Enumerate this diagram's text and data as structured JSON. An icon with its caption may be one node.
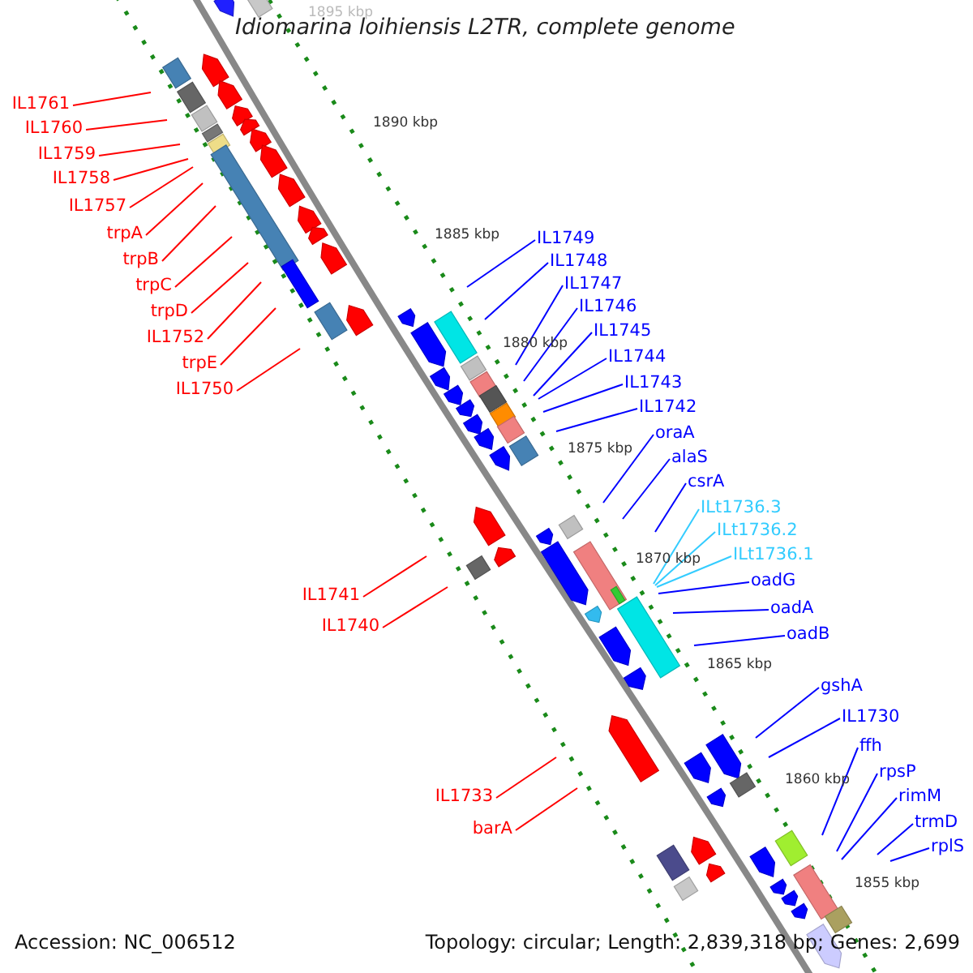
{
  "diagram": {
    "title": "Idiomarina loihiensis L2TR, complete genome",
    "nodes": [
      {
        "text": [
          "IL1761"
        ]
      },
      {
        "text": [
          "IL1760"
        ]
      },
      {
        "text": [
          "IL1759"
        ]
      },
      {
        "text": [
          "IL1758"
        ]
      },
      {
        "text": [
          "IL1757"
        ]
      },
      {
        "text": [
          "trpA"
        ]
      },
      {
        "text": [
          "trpB"
        ]
      },
      {
        "text": [
          "trpC"
        ]
      },
      {
        "text": [
          "trpD"
        ]
      },
      {
        "text": [
          "IL1752"
        ]
      },
      {
        "text": [
          "trpE"
        ]
      },
      {
        "text": [
          "IL1750"
        ]
      },
      {
        "text": [
          "IL1749"
        ]
      },
      {
        "text": [
          "IL1748"
        ]
      },
      {
        "text": [
          "IL1747"
        ]
      },
      {
        "text": [
          "IL1746"
        ]
      },
      {
        "text": [
          "IL1745"
        ]
      },
      {
        "text": [
          "IL1744"
        ]
      },
      {
        "text": [
          "IL1743"
        ]
      },
      {
        "text": [
          "IL1742"
        ]
      },
      {
        "text": [
          "oraA"
        ]
      },
      {
        "text": [
          "alaS"
        ]
      },
      {
        "text": [
          "csrA"
        ]
      },
      {
        "text": [
          "ILt1736.3"
        ]
      },
      {
        "text": [
          "ILt1736.2"
        ]
      },
      {
        "text": [
          "ILt1736.1"
        ]
      },
      {
        "text": [
          "oadG"
        ]
      },
      {
        "text": [
          "oadA"
        ]
      },
      {
        "text": [
          "oadB"
        ]
      },
      {
        "text": [
          "IL1741"
        ]
      },
      {
        "text": [
          "IL1740"
        ]
      },
      {
        "text": [
          "gshA"
        ]
      },
      {
        "text": [
          "IL1730"
        ]
      },
      {
        "text": [
          "ffh"
        ]
      },
      {
        "text": [
          "rpsP"
        ]
      },
      {
        "text": [
          "rimM"
        ]
      },
      {
        "text": [
          "trmD"
        ]
      },
      {
        "text": [
          "rplS"
        ]
      },
      {
        "text": [
          "IL1733"
        ]
      },
      {
        "text": [
          "barA"
        ]
      }
    ],
    "edges": [
      {
        "from": 0,
        "to": null,
        "arrow": "none",
        "color": "#ff0000"
      },
      {
        "from": 1,
        "to": null,
        "arrow": "none",
        "color": "#ff0000"
      },
      {
        "from": 2,
        "to": null,
        "arrow": "none",
        "color": "#ff0000"
      },
      {
        "from": 3,
        "to": null,
        "arrow": "none",
        "color": "#ff0000"
      },
      {
        "from": 4,
        "to": null,
        "arrow": "none",
        "color": "#ff0000"
      },
      {
        "from": 5,
        "to": null,
        "arrow": "none",
        "color": "#ff0000"
      },
      {
        "from": 6,
        "to": null,
        "arrow": "none",
        "color": "#ff0000"
      },
      {
        "from": 7,
        "to": null,
        "arrow": "none",
        "color": "#ff0000"
      },
      {
        "from": 8,
        "to": null,
        "arrow": "none",
        "color": "#ff0000"
      },
      {
        "from": 9,
        "to": null,
        "arrow": "none",
        "color": "#ff0000"
      },
      {
        "from": 10,
        "to": null,
        "arrow": "none",
        "color": "#ff0000"
      },
      {
        "from": 11,
        "to": null,
        "arrow": "none",
        "color": "#ff0000"
      },
      {
        "from": 12,
        "to": null,
        "arrow": "none"
      },
      {
        "from": 13,
        "to": null,
        "arrow": "none"
      },
      {
        "from": 14,
        "to": null,
        "arrow": "none"
      },
      {
        "from": 15,
        "to": null,
        "arrow": "none"
      },
      {
        "from": 16,
        "to": null,
        "arrow": "none"
      },
      {
        "from": 17,
        "to": null,
        "arrow": "none"
      },
      {
        "from": 18,
        "to": null,
        "arrow": "none"
      },
      {
        "from": 19,
        "to": null,
        "arrow": "none"
      },
      {
        "from": 20,
        "to": null,
        "arrow": "none"
      },
      {
        "from": 21,
        "to": null,
        "arrow": "none"
      },
      {
        "from": 22,
        "to": null,
        "arrow": "none"
      },
      {
        "from": 23,
        "to": null,
        "arrow": "none",
        "color": "#33ccff"
      },
      {
        "from": 24,
        "to": null,
        "arrow": "none",
        "color": "#33ccff"
      },
      {
        "from": 25,
        "to": null,
        "arrow": "none",
        "color": "#33ccff"
      },
      {
        "from": 26,
        "to": null,
        "arrow": "none"
      },
      {
        "from": 27,
        "to": null,
        "arrow": "none"
      },
      {
        "from": 28,
        "to": null,
        "arrow": "none"
      },
      {
        "from": 29,
        "to": null,
        "arrow": "none",
        "color": "#ff0000"
      },
      {
        "from": 30,
        "to": null,
        "arrow": "none",
        "color": "#ff0000"
      },
      {
        "from": 31,
        "to": null,
        "arrow": "none"
      },
      {
        "from": 32,
        "to": null,
        "arrow": "none"
      },
      {
        "from": 33,
        "to": null,
        "arrow": "none"
      },
      {
        "from": 34,
        "to": null,
        "arrow": "none"
      },
      {
        "from": 35,
        "to": null,
        "arrow": "none"
      },
      {
        "from": 36,
        "to": null,
        "arrow": "none"
      },
      {
        "from": 37,
        "to": null,
        "arrow": "none"
      },
      {
        "from": 38,
        "to": null,
        "arrow": "none",
        "color": "#ff0000"
      },
      {
        "from": 39,
        "to": null,
        "arrow": "none",
        "color": "#ff0000"
      }
    ],
    "labels": [
      "1895 kbp",
      "1890 kbp",
      "1885 kbp",
      "1880 kbp",
      "1875 kbp",
      "1870 kbp",
      "1865 kbp",
      "1860 kbp",
      "1855 kbp",
      "Accession: NC_006512",
      "Topology: circular; Length: 2,839,318 bp; Genes: 2,699"
    ]
  }
}
